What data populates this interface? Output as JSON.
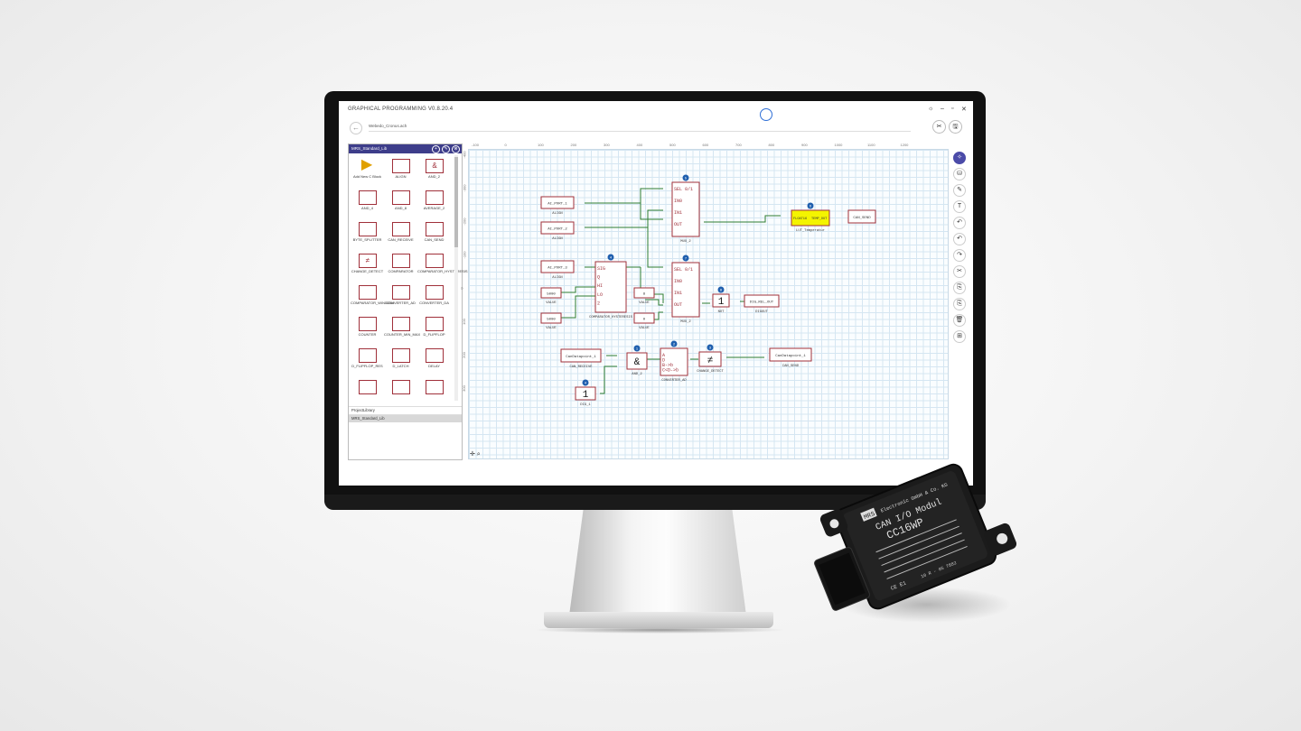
{
  "app": {
    "title": "GRAPHICAL PROGRAMMING  V0.8.20.4",
    "path": "Webedo_Cronus.ach",
    "back_icon": "arrow-left-icon",
    "logo_icon": "app-logo-icon",
    "window_controls": [
      "☼",
      "–",
      "▫",
      "✕"
    ],
    "tools": [
      "✂",
      "🖫"
    ]
  },
  "library": {
    "title": "MRS_Standard_Lib",
    "head_icons": [
      "+",
      "✎",
      "⊗"
    ],
    "items": [
      {
        "label": "Add New C Block",
        "glyph": "▶"
      },
      {
        "label": "ALIGN",
        "glyph": ""
      },
      {
        "label": "AND_2",
        "glyph": "&"
      },
      {
        "label": "AND_4",
        "glyph": ""
      },
      {
        "label": "AND_8",
        "glyph": ""
      },
      {
        "label": "AVERAGE_2",
        "glyph": ""
      },
      {
        "label": "BYTE_SPLITTER",
        "glyph": ""
      },
      {
        "label": "CAN_RECEIVE",
        "glyph": ""
      },
      {
        "label": "CAN_SEND",
        "glyph": ""
      },
      {
        "label": "CHANGE_DETECT",
        "glyph": "≠"
      },
      {
        "label": "COMPARATOR",
        "glyph": ""
      },
      {
        "label": "COMPARATOR_HYSTERESIS",
        "glyph": ""
      },
      {
        "label": "COMPARATOR_WINDOW",
        "glyph": ""
      },
      {
        "label": "CONVERTER_AD",
        "glyph": ""
      },
      {
        "label": "CONVERTER_DA",
        "glyph": ""
      },
      {
        "label": "COUNTER",
        "glyph": ""
      },
      {
        "label": "COUNTER_MIN_MAX",
        "glyph": ""
      },
      {
        "label": "D_FLIPFLOP",
        "glyph": ""
      },
      {
        "label": "D_FLIPFLOP_RES",
        "glyph": ""
      },
      {
        "label": "D_LATCH",
        "glyph": ""
      },
      {
        "label": "DELAY",
        "glyph": ""
      },
      {
        "label": "",
        "glyph": ""
      },
      {
        "label": "",
        "glyph": ""
      },
      {
        "label": "",
        "glyph": ""
      }
    ],
    "tabs": [
      "ProjectLibrary",
      "MRS_Standard_Lib"
    ]
  },
  "ruler": {
    "x": [
      "-100",
      "0",
      "100",
      "200",
      "300",
      "400",
      "500",
      "600",
      "700",
      "800",
      "900",
      "1000",
      "1100",
      "1200"
    ],
    "y": [
      "-400",
      "-300",
      "-200",
      "-100",
      "0",
      "100",
      "200",
      "300"
    ]
  },
  "side_tools": [
    "✧",
    "⛁",
    "✎",
    "T",
    "↶",
    "↶",
    "↷",
    "✂",
    "⎘",
    "⎘",
    "🗑",
    "⊞"
  ],
  "zoom_tools": "✛ ⌕",
  "diagram": {
    "blocks": [
      {
        "id": "ai1",
        "text": "AI_PORT_1",
        "sub": "ALIGN"
      },
      {
        "id": "ai2",
        "text": "AI_PORT_2",
        "sub": "ALIGN"
      },
      {
        "id": "mux1",
        "text": "MUX_2",
        "badge": "5",
        "pins": [
          "SEL 0/1",
          "IN0",
          "IN1",
          "OUT"
        ]
      },
      {
        "id": "lut",
        "text": "LUT_Temperatur",
        "badge": "6",
        "in": "FLOAT16",
        "out": "TEMP_OUT"
      },
      {
        "id": "cansend1",
        "text": "CAN_SEND"
      },
      {
        "id": "ai3",
        "text": "AI_PORT_3",
        "sub": "ALIGN"
      },
      {
        "id": "comp",
        "text": "COMPARATOR_HYSTERESIS",
        "badge": "4",
        "pins": [
          "SIG",
          "Q",
          "HI",
          "LO",
          "2"
        ]
      },
      {
        "id": "v1",
        "text": "5000",
        "sub": "VALUE"
      },
      {
        "id": "v2",
        "text": "5000",
        "sub": "VALUE"
      },
      {
        "id": "v3",
        "text": "8",
        "sub": "VALUE"
      },
      {
        "id": "v4",
        "text": "0",
        "sub": "VALUE"
      },
      {
        "id": "mux2",
        "text": "MUX_2",
        "badge": "7",
        "pins": [
          "SEL 0/1",
          "IN0",
          "IN1",
          "OUT"
        ]
      },
      {
        "id": "not",
        "text": "NOT",
        "badge": "8",
        "glyph": "1"
      },
      {
        "id": "dig",
        "text": "DIG_REL_OUT",
        "sub": "DIGOUT"
      },
      {
        "id": "canrx",
        "text": "CanDatapoint_1",
        "sub": "CAN_RECEIVE"
      },
      {
        "id": "and",
        "text": "AND_2",
        "badge": "1",
        "glyph": "&"
      },
      {
        "id": "conv",
        "text": "CONVERTER_AD",
        "badge": "2",
        "pins": [
          "A",
          "D",
          "B->b",
          "C<D->b"
        ]
      },
      {
        "id": "chg",
        "text": "CHANGE_DETECT",
        "badge": "3",
        "glyph": "≠"
      },
      {
        "id": "cansend2",
        "text": "CanDatapoint_1",
        "sub": "CAN_SEND"
      },
      {
        "id": "dig1",
        "text": "DIG_1",
        "badge": "4",
        "glyph": "1"
      }
    ]
  },
  "device": {
    "brand": "MRS",
    "company": "Electronic GmbH & Co. KG",
    "product": "CAN I/O Modul",
    "model": "CC16WP",
    "marks": "CE  E1",
    "serial": "10 R - 05 7882"
  },
  "colors": {
    "accent": "#3d3d8a",
    "block": "#a0303a",
    "wire": "#2e7d32",
    "lut": "#f4f400"
  }
}
